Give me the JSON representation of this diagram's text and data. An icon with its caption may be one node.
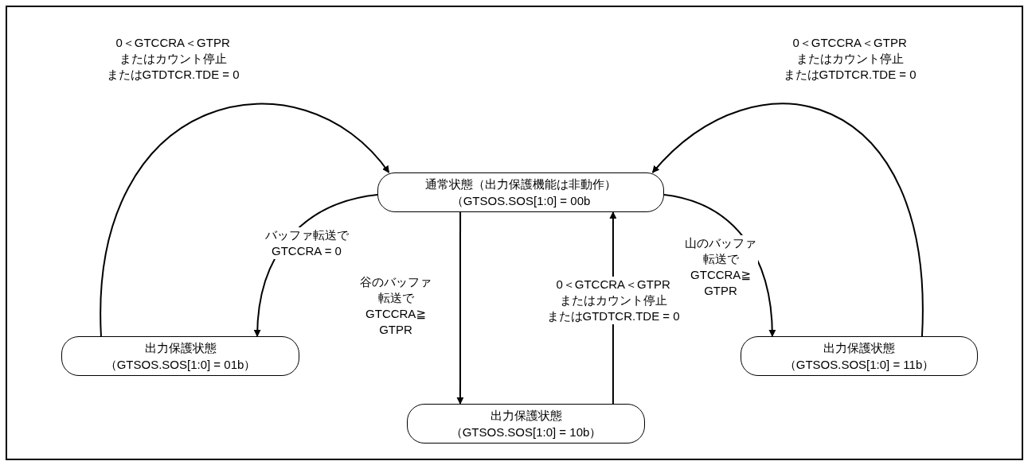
{
  "diagram": {
    "nodes": [
      {
        "text": [
          "通常状態（出力保護機能は非動作）",
          "（GTSOS.SOS[1:0] = 00b"
        ]
      },
      {
        "text": [
          "出力保護状態",
          "（GTSOS.SOS[1:0] = 01b）"
        ]
      },
      {
        "text": [
          "出力保護状態",
          "（GTSOS.SOS[1:0] = 10b）"
        ]
      },
      {
        "text": [
          "出力保護状態",
          "（GTSOS.SOS[1:0] = 11b）"
        ]
      }
    ],
    "edges": [
      {
        "from": 1,
        "to": 0,
        "arrow": "to",
        "label": "0＜GTCCRA＜GTPRまたはカウント停止またはGTDTCR.TDE = 0"
      },
      {
        "from": 0,
        "to": 1,
        "arrow": "to",
        "label": "バッファ転送でGTCCRA = 0"
      },
      {
        "from": 0,
        "to": 2,
        "arrow": "to",
        "label": "谷のバッファ転送でGTCCRA≧GTPR"
      },
      {
        "from": 2,
        "to": 0,
        "arrow": "to",
        "label": "0＜GTCCRA＜GTPRまたはカウント停止またはGTDTCR.TDE = 0"
      },
      {
        "from": 0,
        "to": 3,
        "arrow": "to",
        "label": "山のバッファ転送でGTCCRA≧GTPR"
      },
      {
        "from": 3,
        "to": 0,
        "arrow": "to",
        "label": "0＜GTCCRA＜GTPRまたはカウント停止またはGTDTCR.TDE = 0"
      }
    ]
  }
}
